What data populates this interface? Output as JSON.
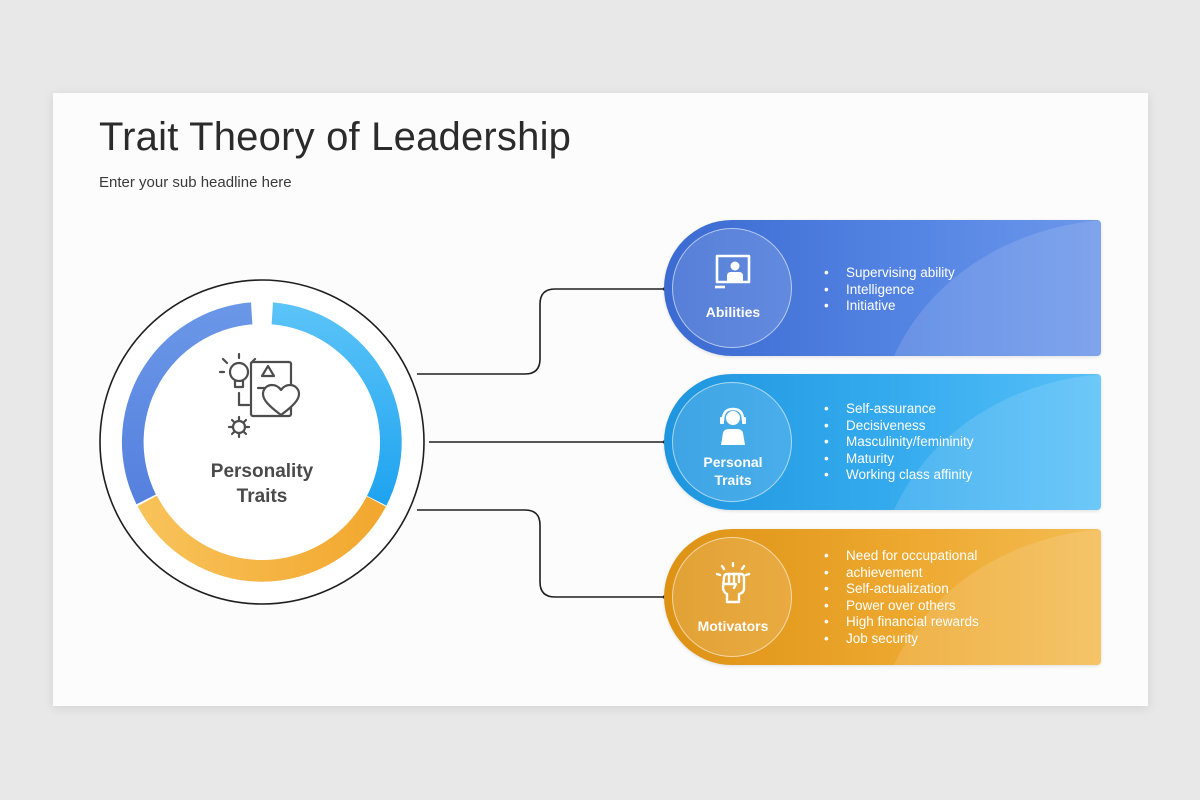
{
  "title": "Trait Theory of Leadership",
  "subtitle": "Enter your sub headline here",
  "center": {
    "label_line1": "Personality",
    "label_line2": "Traits",
    "icon": "idea-puzzle-heart-gear-icon"
  },
  "categories": [
    {
      "label_line1": "Abilities",
      "label_line2": "",
      "icon": "presenter-board-icon",
      "color": "#4a79dc",
      "items": [
        "Supervising ability",
        "Intelligence",
        "Initiative"
      ]
    },
    {
      "label_line1": "Personal",
      "label_line2": "Traits",
      "icon": "headset-person-icon",
      "color": "#2aa3ea",
      "items": [
        "Self-assurance",
        "Decisiveness",
        "Masculinity/femininity",
        "Maturity",
        "Working class affinity"
      ]
    },
    {
      "label_line1": "Motivators",
      "label_line2": "",
      "icon": "raised-fist-icon",
      "color": "#e9a22a",
      "items": [
        "Need for occupational",
        "achievement",
        "Self-actualization",
        "Power over others",
        "High financial rewards",
        "Job security"
      ]
    }
  ],
  "ring_colors": {
    "blue": "#5f8ee6",
    "light_blue": "#33b1f5",
    "orange": "#f5b13a"
  }
}
